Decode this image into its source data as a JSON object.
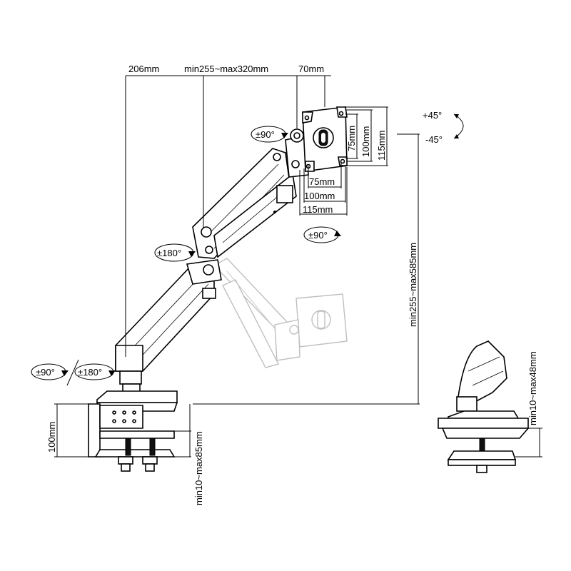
{
  "dimensions": {
    "reach_206": "206mm",
    "arm_range": "min255~max320mm",
    "offset_70": "70mm",
    "vesa_75_h": "75mm",
    "vesa_100_h": "100mm",
    "vesa_115_h": "115mm",
    "vesa_75_w": "75mm",
    "vesa_100_w": "100mm",
    "vesa_115_w": "115mm",
    "height_range": "min255~max585mm",
    "clamp_height": "100mm",
    "clamp_range": "min10~max85mm",
    "grommet_range": "min10~max48mm"
  },
  "rotations": {
    "tilt_up": "+45°",
    "tilt_down": "-45°",
    "head_swivel": "±90°",
    "head_rotate": "±90°",
    "elbow_swivel": "±180°",
    "base_swivel": "±90°",
    "base_swivel_alt": "±180°"
  },
  "icons": {
    "rotation_arrow": "circular-arrow-icon",
    "tilt_arrow": "curved-arrow-icon"
  },
  "colors": {
    "line": "#000000",
    "ghost": "#bfbfbf",
    "background": "#ffffff"
  }
}
